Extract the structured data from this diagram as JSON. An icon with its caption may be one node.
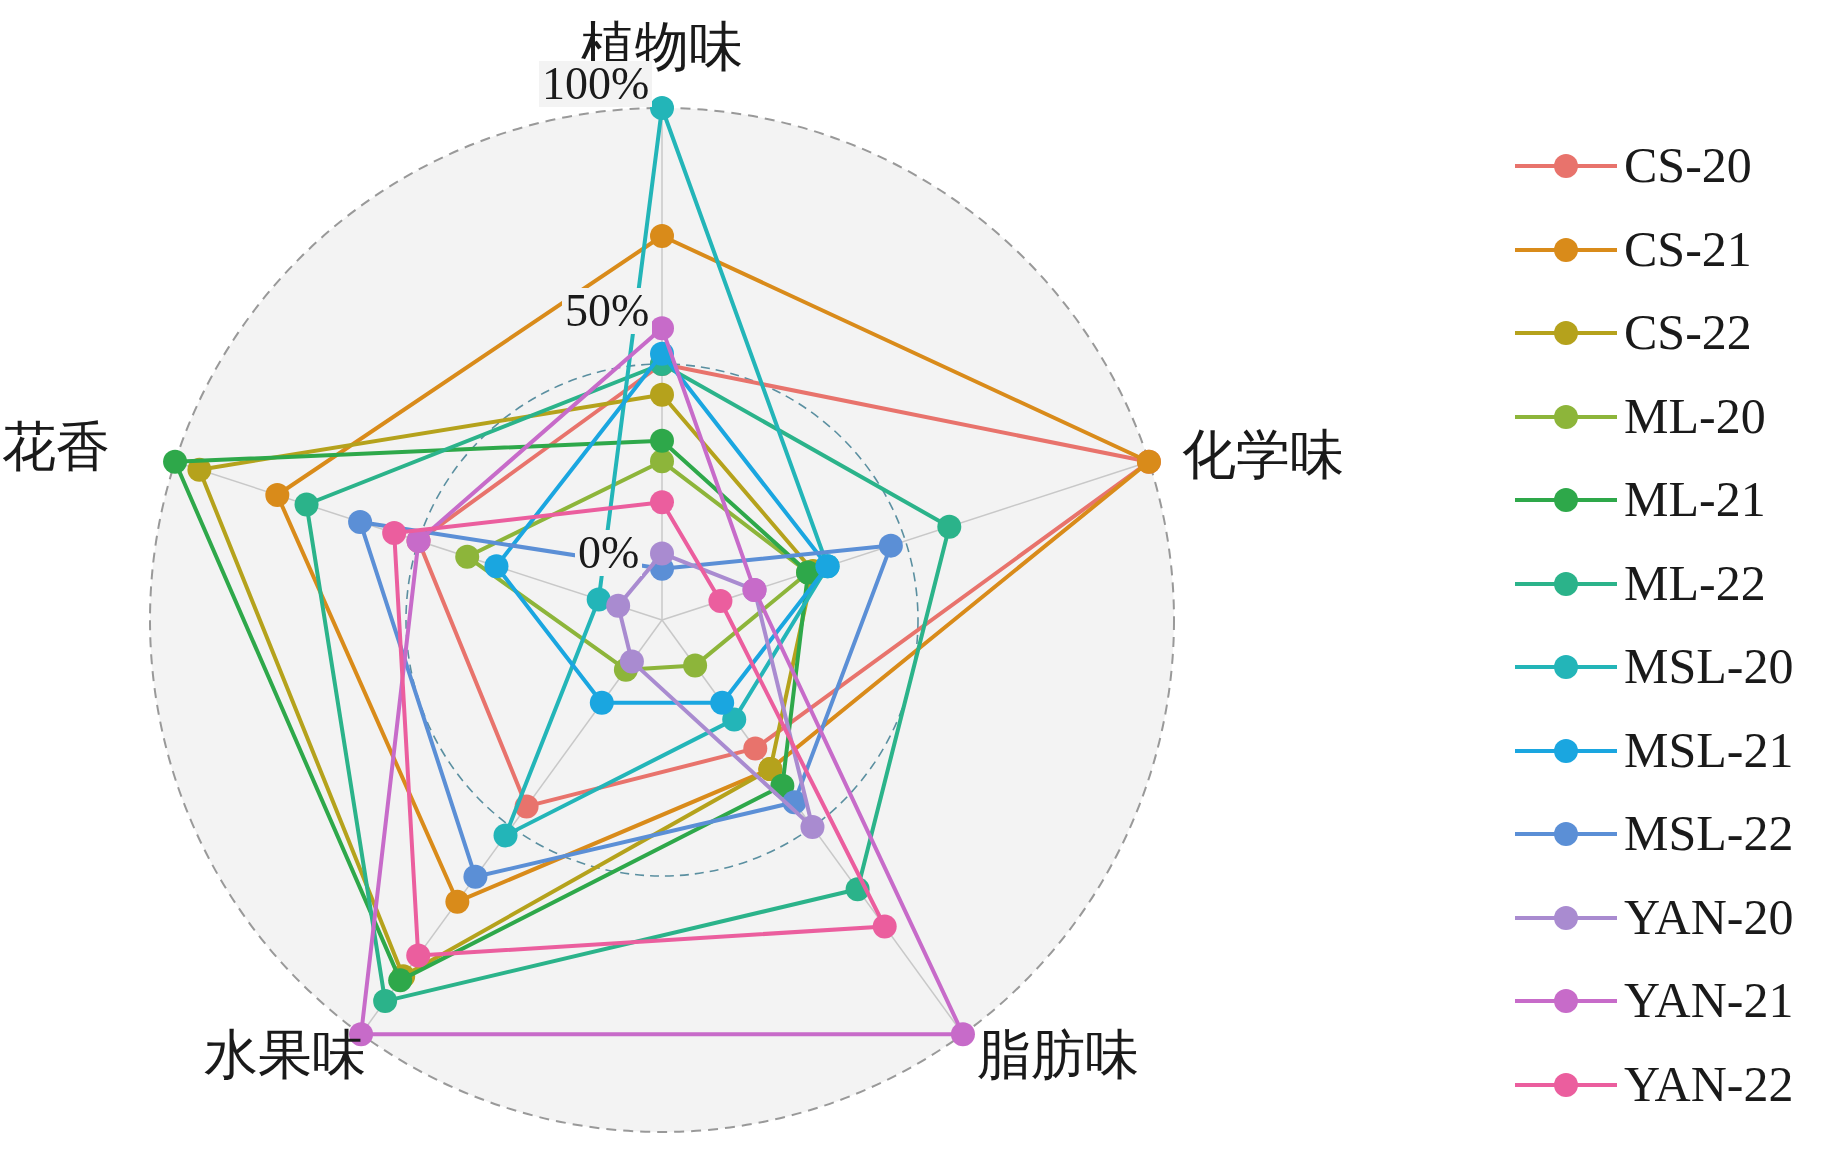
{
  "diagram": {
    "labels": [
      "植物味",
      "100%",
      "50%",
      "化学味",
      "花香",
      "0%",
      "水果味",
      "脂肪味"
    ],
    "legend": [
      {
        "text": "CS-20",
        "color": "#e8736c"
      },
      {
        "text": "CS-21",
        "color": "#d98b1a"
      },
      {
        "text": "CS-22",
        "color": "#b5a21c"
      },
      {
        "text": "ML-20",
        "color": "#8db53a"
      },
      {
        "text": "ML-21",
        "color": "#2ea84a"
      },
      {
        "text": "ML-22",
        "color": "#2bb38a"
      },
      {
        "text": "MSL-20",
        "color": "#23b5b8"
      },
      {
        "text": "MSL-21",
        "color": "#1aa6e0"
      },
      {
        "text": "MSL-22",
        "color": "#5b8fd6"
      },
      {
        "text": "YAN-20",
        "color": "#a98bd0"
      },
      {
        "text": "YAN-21",
        "color": "#c76bc9"
      },
      {
        "text": "YAN-22",
        "color": "#eb5e9e"
      }
    ]
  }
}
